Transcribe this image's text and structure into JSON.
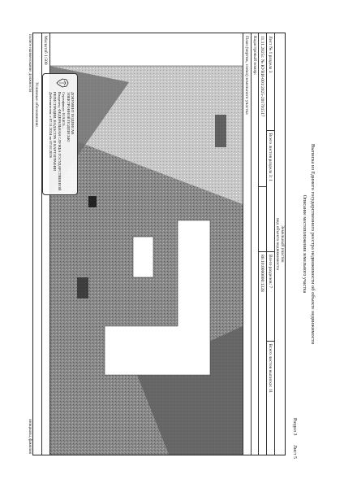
{
  "document": {
    "header_title": "Выписка из Единого государственного реестра недвижимости об объекте недвижимости",
    "header_subtitle": "Описание местоположения земельного участка",
    "section_label": "Раздел 3",
    "sheet_label": "Лист 5",
    "table": {
      "title_line1": "Земельный участок",
      "title_line2": "вид объекта недвижимости",
      "sheet_of_section": "Лист № 1 раздела 3",
      "total_sheets_section": "Всего листов раздела 3: 1",
      "total_sections": "Всего разделов: 7",
      "total_sheets_extract": "Всего листов выписки: 11",
      "date_number": "11.11.2025г. № КУВИ-001/2025-201701517",
      "cadastral_label": "Кадастровый номер:",
      "cadastral_value": "86:10:0000000:1328",
      "plan_label": "План (чертеж, схема) земельного участка"
    },
    "scale": "Масштаб 1:500",
    "legend_label": "Условные обозначения:",
    "footer_left": "полное наименование должности",
    "footer_right": "инициалы, фамилия",
    "stamp": {
      "line1": "ДОКУМЕНТ ПОДПИСАН",
      "line2": "ЭЛЕКТРОННОЙ ПОДПИСЬЮ",
      "line3": "Сертификат: 01A4C6...",
      "line4": "Владелец: ФЕДЕРАЛЬНАЯ СЛУЖБА ГОСУДАРСТВЕННОЙ",
      "line5": "РЕГИСТРАЦИИ, КАДАСТРА И КАРТОГРАФИИ",
      "line6": "Действителен: с 07.11.2024 по 07.02.2026"
    }
  }
}
